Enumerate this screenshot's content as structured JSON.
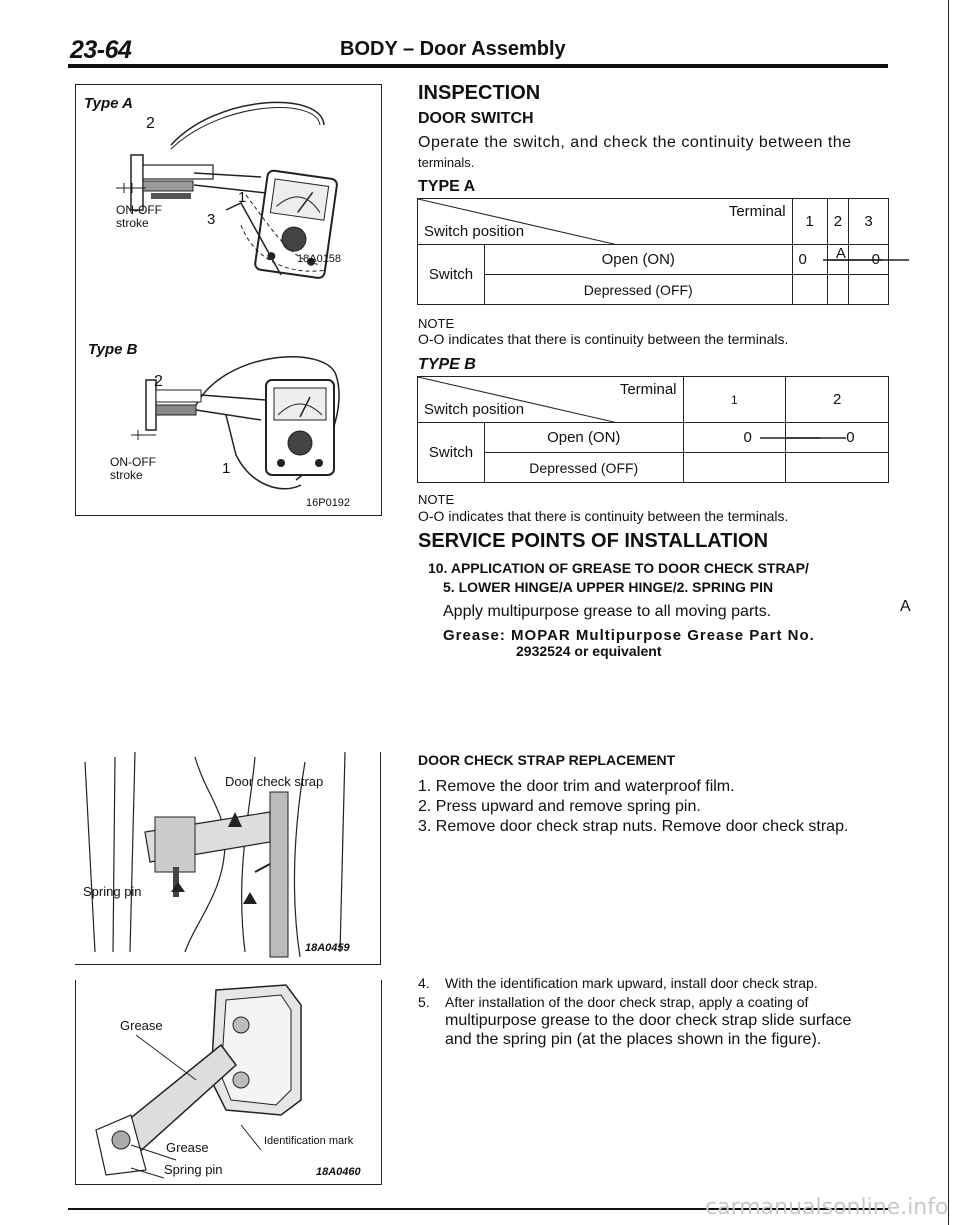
{
  "header": {
    "page_number": "23-64",
    "title": "BODY – Door Assembly"
  },
  "figures": {
    "type_a": {
      "label": "Type A",
      "stroke_label_1": "ON-OFF",
      "stroke_label_2": "stroke",
      "callouts": [
        "2",
        "1",
        "3"
      ],
      "ref": "18A0158"
    },
    "type_b": {
      "label": "Type B",
      "stroke_label_1": "ON-OFF",
      "stroke_label_2": "stroke",
      "callouts": [
        "2",
        "1"
      ],
      "ref": "16P0192"
    },
    "strap": {
      "label_strap": "Door check strap",
      "label_pin": "Spring pin",
      "ref": "18A0459"
    },
    "grease": {
      "label_grease_top": "Grease",
      "label_grease_bottom": "Grease",
      "label_mark": "Identification mark",
      "label_pin": "Spring pin",
      "ref": "18A0460"
    }
  },
  "inspection": {
    "heading": "INSPECTION",
    "subheading": "DOOR SWITCH",
    "intro_line1": "Operate the switch, and check the continuity between the",
    "intro_line2": "terminals.",
    "type_a": {
      "title": "TYPE A",
      "corner_top": "Terminal",
      "corner_bottom": "Switch position",
      "columns": [
        "1",
        "2",
        "3"
      ],
      "row_group": "Switch",
      "rows": [
        {
          "label": "Open (ON)",
          "cells": [
            "0",
            "A",
            "0"
          ]
        },
        {
          "label": "Depressed (OFF)",
          "cells": [
            "",
            "",
            ""
          ]
        }
      ],
      "note_head": "NOTE",
      "note": "O-O indicates that there is continuity between the terminals."
    },
    "type_b": {
      "title": "TYPE B",
      "corner_top": "Terminal",
      "corner_bottom": "Switch position",
      "columns": [
        "1",
        "2"
      ],
      "row_group": "Switch",
      "rows": [
        {
          "label": "Open (ON)",
          "cells": [
            "0",
            "0"
          ]
        },
        {
          "label": "Depressed (OFF)",
          "cells": [
            "",
            ""
          ]
        }
      ],
      "note_head": "NOTE",
      "note": "O-O indicates that there is continuity between the terminals."
    }
  },
  "service": {
    "heading": "SERVICE POINTS OF INSTALLATION",
    "item_line1": "10. APPLICATION OF GREASE TO DOOR CHECK STRAP/",
    "item_line2": "5. LOWER HINGE/A UPPER HINGE/2. SPRING PIN",
    "instruction": "Apply multipurpose grease to all moving parts.",
    "grease_line1": "Grease: MOPAR Multipurpose Grease Part No.",
    "grease_line2": "2932524 or equivalent",
    "margin_mark": "A"
  },
  "replacement": {
    "heading": "DOOR CHECK STRAP REPLACEMENT",
    "steps": [
      "1. Remove the door trim and waterproof film.",
      "2. Press upward and remove spring pin.",
      "3. Remove door check strap nuts. Remove door check strap."
    ],
    "step4_num": "4.",
    "step4": "With the identification mark upward, install door check strap.",
    "step5_num": "5.",
    "step5_line1": "After installation of the door check strap, apply a coating of",
    "step5_line2": "multipurpose grease to the door check strap slide surface",
    "step5_line3": "and the spring pin (at the places shown in the figure)."
  },
  "watermark": "carmanualsonline.info"
}
